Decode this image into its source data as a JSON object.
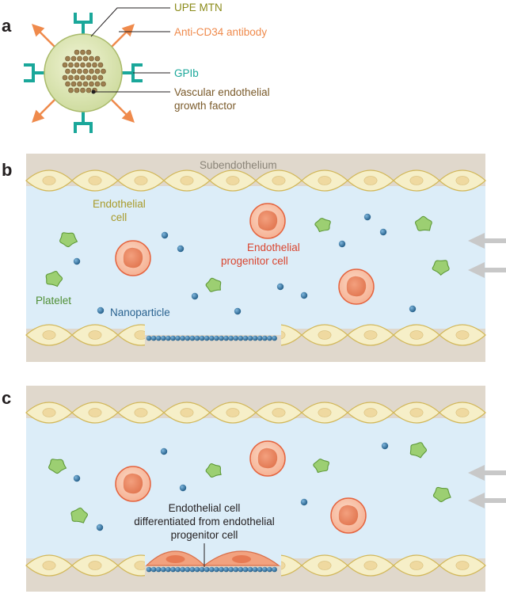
{
  "panel_a": {
    "label": "a",
    "callouts": {
      "mtn": "UPE MTN",
      "antibody": "Anti-CD34 antibody",
      "gpib": "GPIb",
      "vegf_line1": "Vascular endothelial",
      "vegf_line2": "growth factor"
    }
  },
  "panel_b": {
    "label": "b",
    "subendothelium": "Subendothelium",
    "endothelial_cell_line1": "Endothelial",
    "endothelial_cell_line2": "cell",
    "epc_line1": "Endothelial",
    "epc_line2": "progenitor cell",
    "platelet": "Platelet",
    "nanoparticle": "Nanoparticle"
  },
  "panel_c": {
    "label": "c",
    "annotation_line1": "Endothelial cell",
    "annotation_line2": "differentiated from endothelial",
    "annotation_line3": "progenitor cell"
  },
  "colors": {
    "mtn_label": "#8b8b1a",
    "antibody": "#ef8a4c",
    "gpib": "#1aa79a",
    "vegf_label": "#7a5a2a",
    "lumen": "#dcedf8",
    "tissue": "#e0d8cc",
    "endothelium": "#f6efc8",
    "endothelium_stroke": "#d2b85a",
    "epc": "#ef8b6a",
    "platelet": "#9ccf72",
    "nanoparticle": "#2d6d9a",
    "label_green": "#4f8f35",
    "label_blue": "#2a6390",
    "label_red": "#d9452f",
    "label_gold": "#a89a2a",
    "flow_arrow": "#c8c8c8"
  }
}
